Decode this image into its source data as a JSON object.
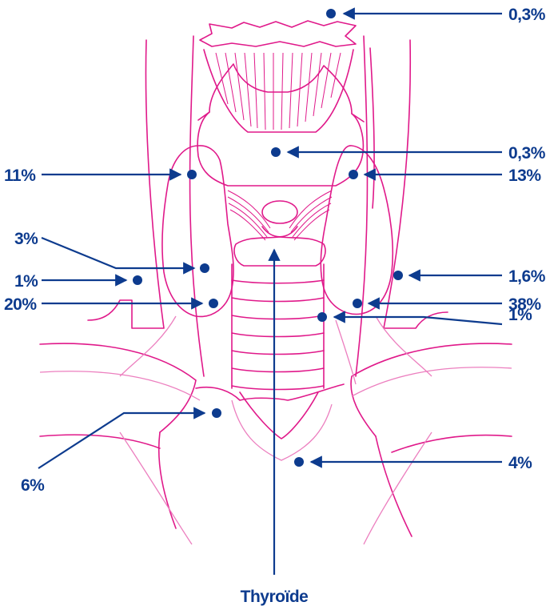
{
  "colors": {
    "anatomy": "#e0198a",
    "anatomy_light": "#ec7fbf",
    "annotation": "#0d3b8e"
  },
  "labels": {
    "top_right": "0,3%",
    "upper_right": "0,3%",
    "right_13": "13%",
    "left_11": "11%",
    "left_3": "3%",
    "left_1": "1%",
    "right_16": "1,6%",
    "left_20": "20%",
    "right_38": "38%",
    "right_1": "1%",
    "lower_left_6": "6%",
    "lower_right_4": "4%",
    "thyroid": "Thyroïde"
  }
}
